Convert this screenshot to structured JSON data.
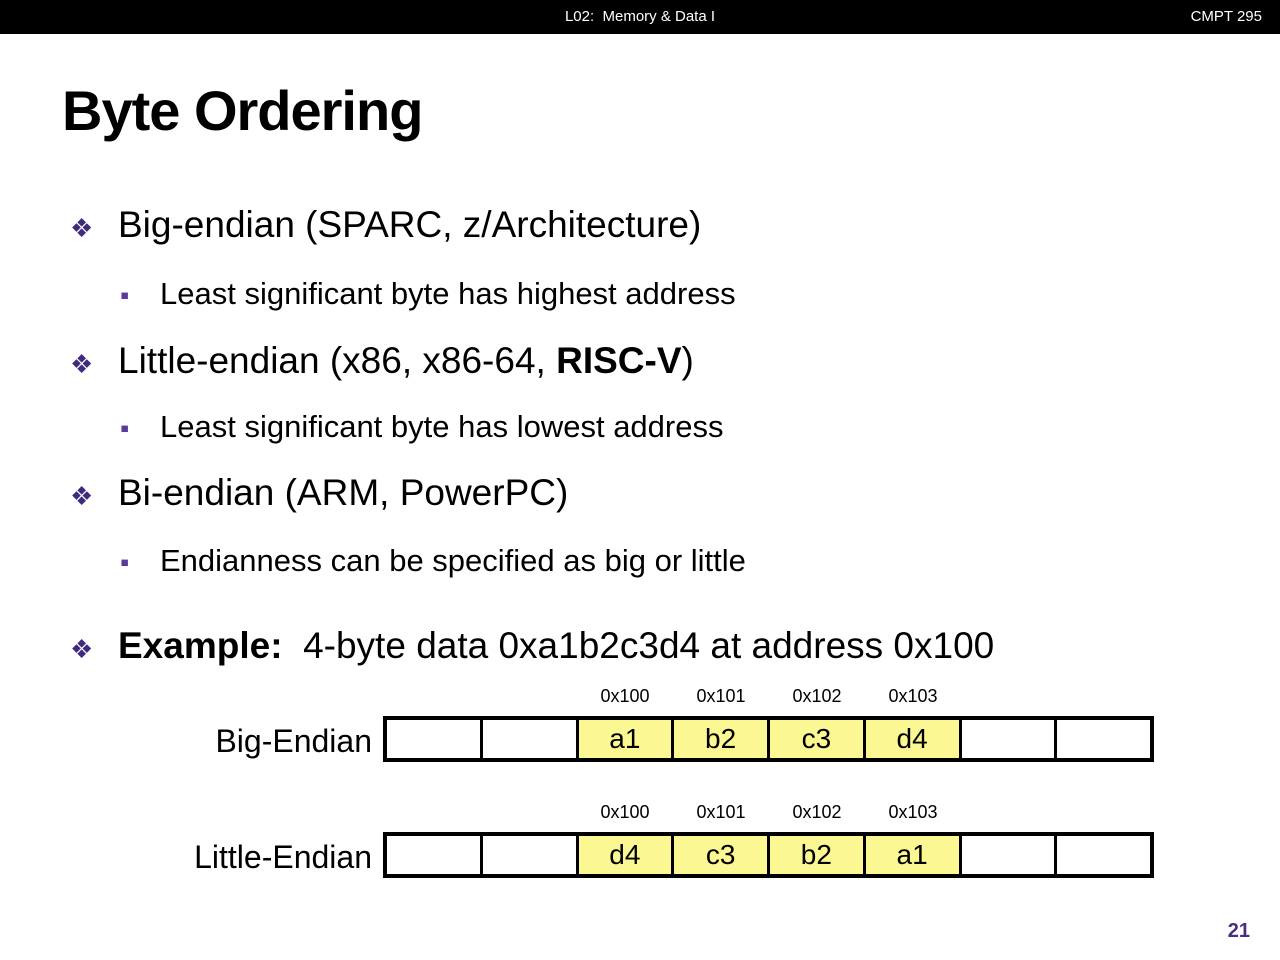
{
  "header": {
    "lecture_title": "L02:  Memory & Data I",
    "course_code": "CMPT 295"
  },
  "slide": {
    "title": "Byte Ordering",
    "page_number": "21"
  },
  "glyphs": {
    "l1_bullet": "❖",
    "l2_bullet": "▪"
  },
  "bullets": {
    "b1": {
      "label": "Big-endian (SPARC, z/Architecture)",
      "sub": "Least significant byte has highest address"
    },
    "b2": {
      "pre": "Little-endian (x86, x86-64, ",
      "bold": "RISC-V",
      "post": ")",
      "sub": "Least significant byte has lowest address"
    },
    "b3": {
      "label": "Bi-endian (ARM, PowerPC)",
      "sub": "Endianness can be specified as big or little"
    },
    "example": {
      "bold": "Example:",
      "rest": "  4-byte data 0xa1b2c3d4 at address 0x100"
    }
  },
  "diagram": {
    "rows": [
      {
        "label": "Big-Endian",
        "addresses": [
          "0x100",
          "0x101",
          "0x102",
          "0x103"
        ],
        "cells": [
          "",
          "",
          "a1",
          "b2",
          "c3",
          "d4",
          "",
          ""
        ]
      },
      {
        "label": "Little-Endian",
        "addresses": [
          "0x100",
          "0x101",
          "0x102",
          "0x103"
        ],
        "cells": [
          "",
          "",
          "d4",
          "c3",
          "b2",
          "a1",
          "",
          ""
        ]
      }
    ],
    "highlight_color": "#fbf792"
  },
  "colors": {
    "accent_purple": "#3f2a7e",
    "page_number_purple": "#4b2e83",
    "header_black": "#000000",
    "highlight_yellow": "#fbf792"
  }
}
